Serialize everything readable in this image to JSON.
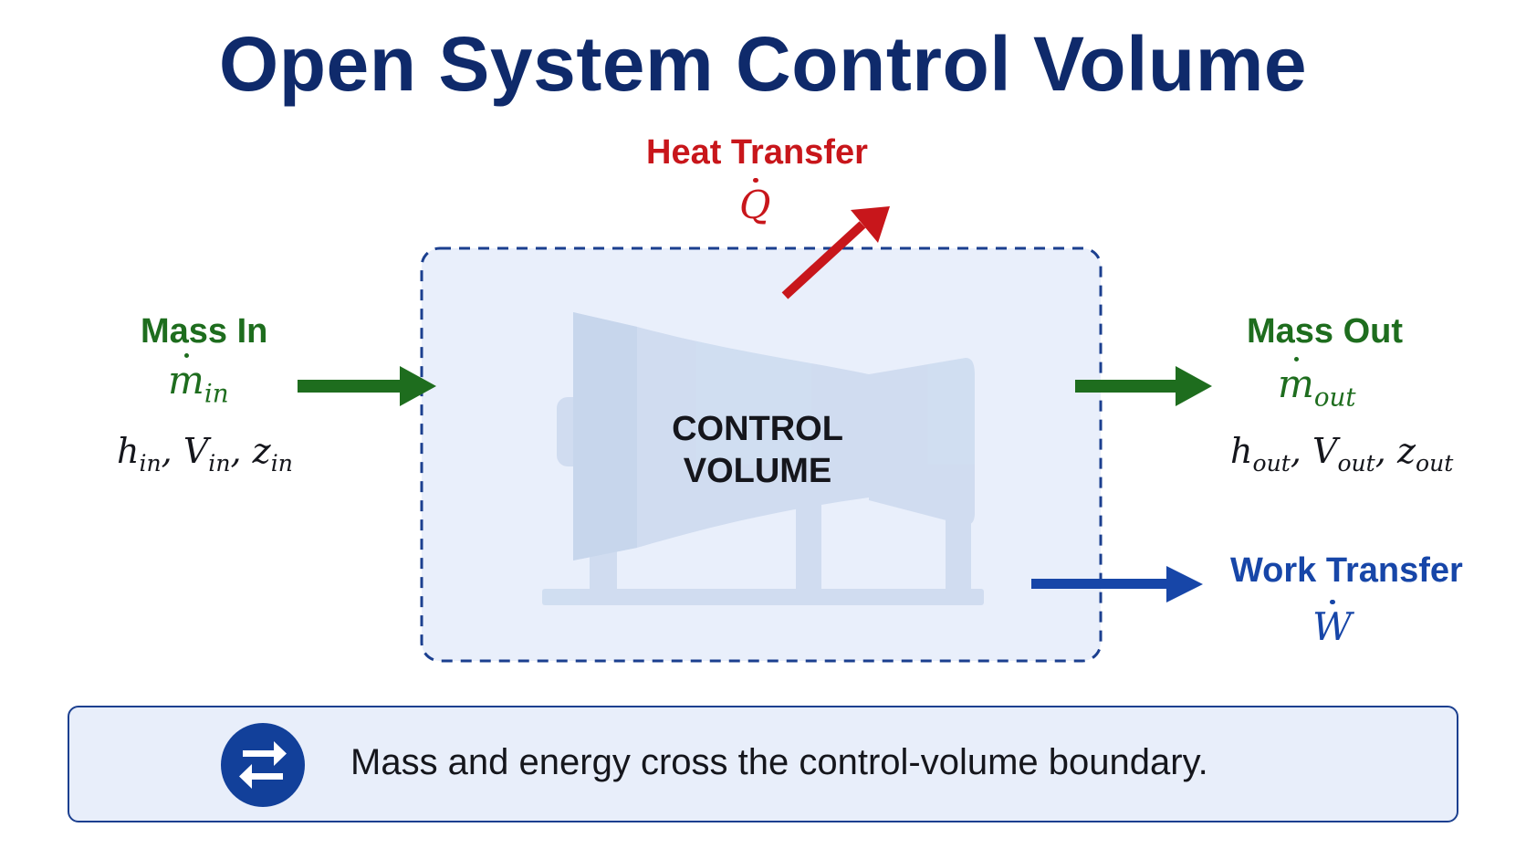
{
  "title": "Open System Control Volume",
  "control_volume": {
    "label_line1": "CONTROL",
    "label_line2": "VOLUME"
  },
  "heat": {
    "label": "Heat Transfer",
    "symbol": "Q"
  },
  "mass_in": {
    "label": "Mass In",
    "symbol": "m",
    "subscript": "in",
    "props": {
      "h": "h",
      "v": "V",
      "z": "z",
      "sub": "in"
    }
  },
  "mass_out": {
    "label": "Mass Out",
    "symbol": "m",
    "subscript": "out",
    "props": {
      "h": "h",
      "v": "V",
      "z": "z",
      "sub": "out"
    }
  },
  "work": {
    "label": "Work Transfer",
    "symbol": "W"
  },
  "note": {
    "text": "Mass and energy cross the control-volume boundary.",
    "icon": "swap-arrows-icon"
  },
  "colors": {
    "title": "#0f2a6b",
    "mass": "#1e6d1e",
    "heat": "#c8161b",
    "work": "#1746a8",
    "boundary": "#1b3f8f"
  }
}
